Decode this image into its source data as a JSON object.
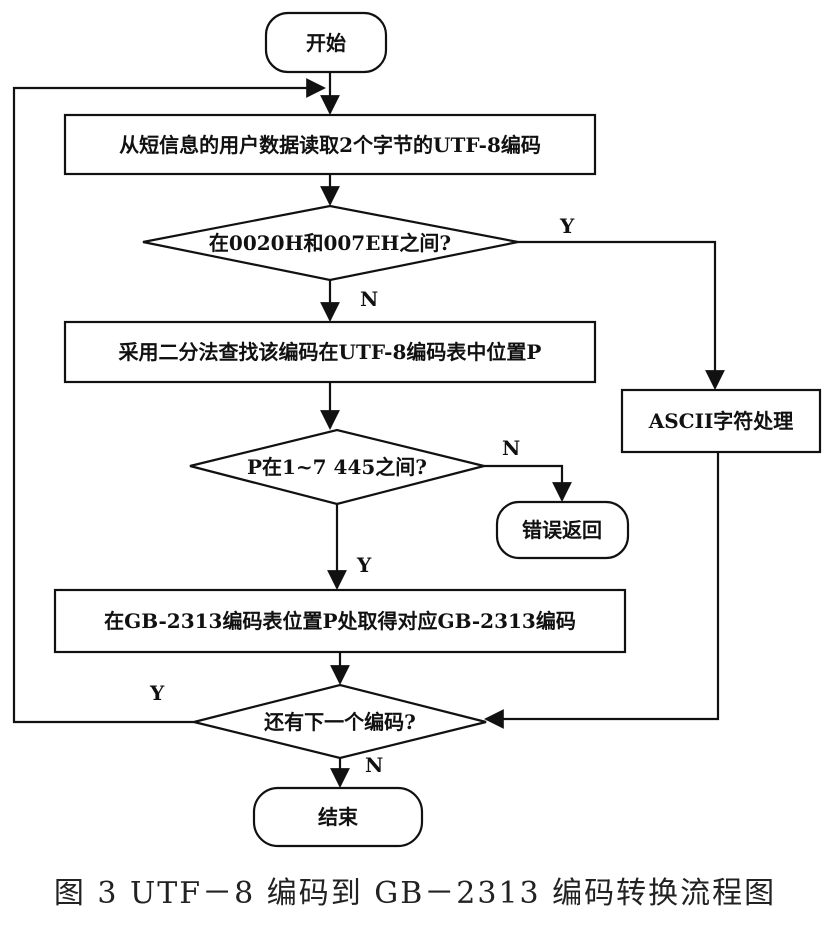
{
  "nodes": {
    "start": "开始",
    "read": "从短信息的用户数据读取2个字节的UTF-8编码",
    "check_ascii": "在0020H和007EH之间?",
    "search": "采用二分法查找该编码在UTF-8编码表中位置P",
    "ascii": "ASCII字符处理",
    "check_range": "P在1~7 445之间?",
    "error": "错误返回",
    "fetch": "在GB-2313编码表位置P处取得对应GB-2313编码",
    "has_next": "还有下一个编码?",
    "end": "结束"
  },
  "edge_labels": {
    "ascii_yes": "Y",
    "ascii_no": "N",
    "range_no": "N",
    "range_yes": "Y",
    "next_yes": "Y",
    "next_no": "N"
  },
  "caption": "图 3   UTF－8 编码到 GB－2313 编码转换流程图"
}
